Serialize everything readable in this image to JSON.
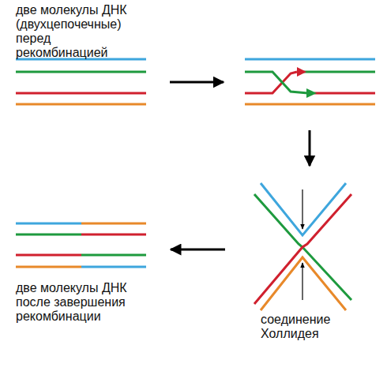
{
  "diagram": {
    "labels": [
      "две молекулы ДНК (двухцепочечные) перед рекомбинацией",
      "две молекулы ДНК после завершения рекомбинации",
      "соединение Холлидея"
    ]
  }
}
